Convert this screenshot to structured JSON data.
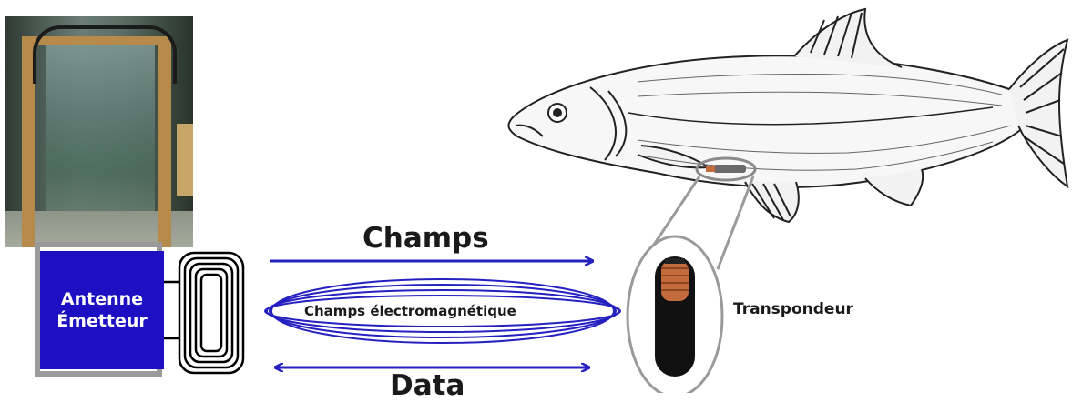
{
  "reader": {
    "line1": "Antenne",
    "line2": "Émetteur"
  },
  "labels": {
    "field": "Champs",
    "em_field": "Champs électromagnétique",
    "data": "Data",
    "transponder": "Transpondeur"
  },
  "colors": {
    "reader_fill": "#1c10c2",
    "arrow": "#2520c0",
    "frame_grey": "#9a9a9a"
  }
}
